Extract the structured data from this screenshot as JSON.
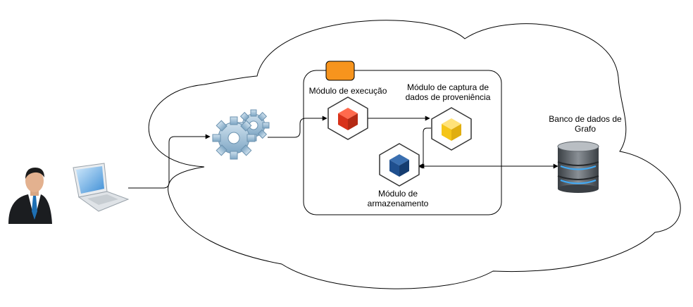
{
  "nodes": {
    "execution_module": {
      "label": "Módulo de execução",
      "icon": "red-cube-icon",
      "color": "#e8452c"
    },
    "provenance_module": {
      "lines": [
        "Módulo de captura de",
        "dados de proveniência"
      ],
      "icon": "yellow-cube-icon",
      "color": "#f9cf3a"
    },
    "storage_module": {
      "lines": [
        "Módulo de",
        "armazenamento"
      ],
      "icon": "blue-cube-icon",
      "color": "#1c4e8a"
    },
    "graph_database": {
      "lines": [
        "Banco de dados de",
        "Grafo"
      ],
      "icon": "database-icon"
    },
    "user": {
      "icon": "businessman-icon"
    },
    "laptop": {
      "icon": "laptop-icon"
    },
    "workflow_engine": {
      "icon": "gears-icon"
    },
    "container_tab": {
      "icon": "orange-tab-icon",
      "color": "#f7941d"
    }
  },
  "cloud": {
    "icon": "cloud-outline-icon"
  }
}
